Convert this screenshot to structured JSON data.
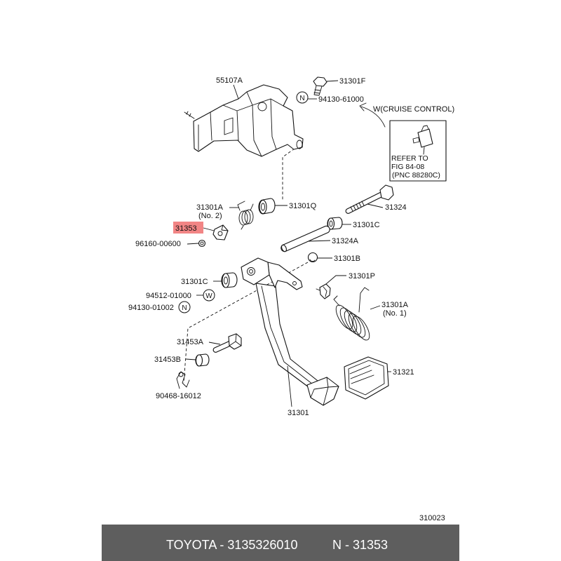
{
  "callouts": {
    "bracket": "55107A",
    "bolt_top": "31301F",
    "nut_top": "94130-61000",
    "cruise_control": "W(CRUISE CONTROL)",
    "spring_no2": "31301A",
    "spring_no2_sub": "(No. 2)",
    "bushing_q": "31301Q",
    "pivot_bolt": "31324",
    "clip_highlighted": "31353",
    "bushing_c_right": "31301C",
    "ring": "96160-00600",
    "collar": "31324A",
    "ball": "31301B",
    "bushing_c_left": "31301C",
    "clip_p": "31301P",
    "washer": "94512-01000",
    "nut_lower": "94130-01002",
    "spring_no1": "31301A",
    "spring_no1_sub": "(No. 1)",
    "bolt_a": "31453A",
    "nut_b": "31453B",
    "pad": "31321",
    "pin_clip": "90468-16012",
    "pedal": "31301"
  },
  "symbols": {
    "top_nut": "N",
    "washer": "W",
    "lower_nut": "N"
  },
  "refer_box": {
    "line1": "REFER TO",
    "line2": "FIG 84-08",
    "line3": "(PNC 88280C)"
  },
  "figure_number": "310023",
  "footer": {
    "part_info": "TOYOTA - 3135326010",
    "ref": "N - 31353"
  },
  "colors": {
    "ink": "#111111",
    "highlight": "#f28585",
    "footer_bg": "#5e5e5e",
    "footer_text": "#ffffff"
  }
}
